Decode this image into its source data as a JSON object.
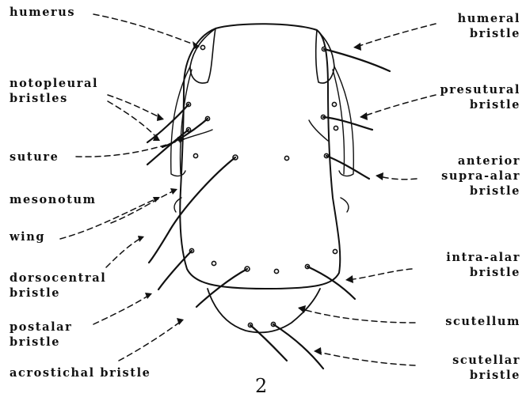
{
  "figure_number": "2",
  "labels": {
    "humerus": "humerus",
    "notopleural_line1": "notopleural",
    "notopleural_line2": "bristles",
    "suture": "suture",
    "mesonotum": "mesonotum",
    "wing": "wing",
    "dorsocentral_line1": "dorsocentral",
    "dorsocentral_line2": "bristle",
    "postalar_line1": "postalar",
    "postalar_line2": "bristle",
    "acrostichal": "acrostichal bristle",
    "humeral_line1": "humeral",
    "humeral_line2": "bristle",
    "presutural_line1": "presutural",
    "presutural_line2": "bristle",
    "anterior_line1": "anterior",
    "anterior_line2": "supra-alar",
    "anterior_line3": "bristle",
    "intra_alar_line1": "intra-alar",
    "intra_alar_line2": "bristle",
    "scutellum": "scutellum",
    "scutellar_line1": "scutellar",
    "scutellar_line2": "bristle"
  }
}
